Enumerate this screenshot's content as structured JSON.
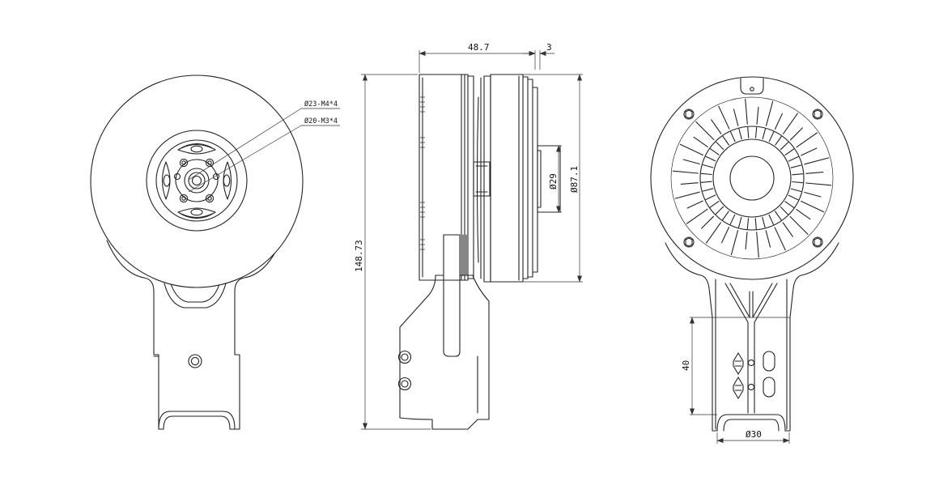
{
  "front_view": {
    "callouts": {
      "upper": "Ø23-M4*4",
      "lower": "Ø20-M3*4"
    }
  },
  "side_view": {
    "dimensions": {
      "body_length": "48.7",
      "flange": "3",
      "total_height": "148.73",
      "shaft_diameter": "Ø29",
      "outer_diameter": "Ø87.1"
    }
  },
  "back_view": {
    "dimensions": {
      "slot_height": "40",
      "bracket_width": "Ø30"
    }
  }
}
